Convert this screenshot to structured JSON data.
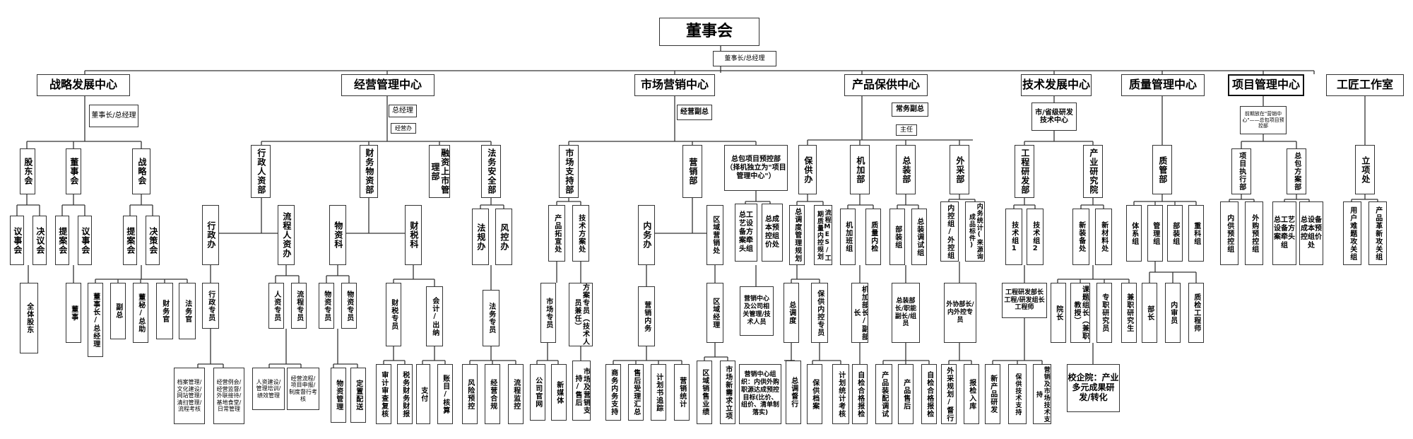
{
  "root": {
    "title": "董事会",
    "sub": "董事长/总经理"
  },
  "depts": {
    "strategy": {
      "title": "战略发展中心",
      "sub": "董事长/总经理",
      "shareholders": "股东会",
      "board": "董事会",
      "stratcomm": "战略会",
      "deliberate1": "议事会",
      "decision1": "决议会",
      "proposal2": "提案会",
      "deliberate2": "议事会",
      "proposal3": "提案会",
      "decision3": "决策会",
      "allholders": "全体股东",
      "director": "董事",
      "chairman": "董事长/总经理",
      "vicegm": "副总",
      "secretary": "董秘/总助",
      "finofficer": "财务官",
      "legalofficer": "法务官"
    },
    "operation": {
      "title": "经营管理中心",
      "sub": "总经理",
      "sub2": "经营办",
      "admin": "行政人资部",
      "finance": "财务物资部",
      "ipo": "融资上市管理部",
      "legalsec": "法务安全部",
      "adminoffice": "行政办",
      "process": "流程人资办",
      "material": "物资科",
      "fintax": "财税科",
      "regulation": "法规办",
      "riskctrl": "风控办",
      "adminstaff": "行政专员",
      "hrstaff": "人资专员",
      "processstaff": "流程专员",
      "matstaff1": "物资专员",
      "matstaff2": "物资专员",
      "finstaff": "财税专员",
      "acct": "会计/出纳",
      "legalstaff": "法务专员",
      "d1": "档案管理/文化建设/网站管理/清扫管理/流程考核",
      "d2": "经营例会/经营监督/外联接待/基地食堂/日常管理",
      "d3": "人资建设/管理培训/绩效管理",
      "d4": "经营流程/项目申报/制度督行考核",
      "d5": "物资管理",
      "d6": "定置配送",
      "d7": "审计审查复核",
      "d8": "税务财务财报",
      "d9": "支付",
      "d10": "账目/核算",
      "d11": "风险预控",
      "d12": "经营合规",
      "d13": "流程监控"
    },
    "marketing": {
      "title": "市场营销中心",
      "sub": "经营副总",
      "mktsupport": "市场支持部",
      "sales": "营销部",
      "epc": "总包项目预控部（择机独立为\"项目管理中心\"）",
      "prodexpand": "产品拓宣处",
      "techsol": "技术方案处",
      "internal": "内务办",
      "region": "区域营销处",
      "epcplan": "总工艺设备方案牵头组",
      "epccost": "总成本预控组价处",
      "mktstaff": "市场专员",
      "solstaff": "方案专员（技术人员兼任）",
      "salesstaff": "营销内务",
      "regionmgr": "区域经理",
      "epcstaff": "营销中心及公司相关管理/技术人员",
      "e1": "公司官网",
      "e2": "新媒体",
      "e3": "市场及营销支持/售后",
      "e4": "商务内务支持",
      "e5": "售后受理汇总",
      "e6": "计划书追踪",
      "e7": "营销统计",
      "e8": "区域销售业绩",
      "e9": "市场新需求立项",
      "e10": "营销中心组织：内供外购职源达成预控目标(比价、组价、清单制落实)"
    },
    "supply": {
      "title": "产品保供中心",
      "sub": "常务副总",
      "sub2": "主任",
      "supplyoffice": "保供办",
      "machining": "机加部",
      "assembly": "总装部",
      "purchase": "外采部",
      "s1": "总调度管理规划",
      "s2": "流程MES/工期质量内控规划",
      "s3": "机加班组",
      "s4": "质量内检",
      "s5": "部装组",
      "s6": "总装调试组",
      "s7": "内控组/外控组",
      "s8": "内务统计(来源询成品标件)",
      "s9": "总调度",
      "s10": "保供内控专员",
      "s11": "机加部长/副部长",
      "s12": "总装部长/职能副长/组员",
      "s13": "外协部长/内外控专员",
      "s14": "总调督行",
      "s15": "保供档案",
      "s16": "计划统计考核",
      "s17": "自检合格报检",
      "s18": "产品装配调试",
      "s19": "产品售后",
      "s20": "自检合格报检",
      "s21": "外采规划/督行",
      "s22": "报检入库"
    },
    "tech": {
      "title": "技术发展中心",
      "sub": "市/省级研发技术中心",
      "engineering": "工程研发部",
      "industry": "产业研究院",
      "t1": "技术组1",
      "t2": "技术组2",
      "t3": "新装备处",
      "t4": "新材料处",
      "t5": "工程研发部长工程/研发组长工程师",
      "t6": "院长",
      "t7": "课题组长（兼职教授）",
      "t8": "专职研究员",
      "t9": "兼职研究生",
      "t10": "新产品研发",
      "t11": "保供技术支持",
      "t12": "营销及市场技术支持",
      "t13": "校企院：产业多元成果研发/转化"
    },
    "quality": {
      "title": "质量管理中心",
      "qadept": "质管部",
      "q1": "体系组",
      "q2": "管理组",
      "q3": "部装组",
      "q4": "重科组",
      "q5": "部长",
      "q6": "内审员",
      "q7": "质检工程师"
    },
    "project": {
      "title": "项目管理中心",
      "sub": "前期放在\"营销中心\"——总包项目预控部",
      "p1": "项目执行部",
      "p2": "总包方案部",
      "p3": "内供预控组",
      "p4": "外购预控组",
      "p5": "总工艺设备方案牵头组",
      "p6": "总设备成本预控组价处"
    },
    "craft": {
      "title": "工匠工作室",
      "c1": "立项处",
      "c2": "用户难题攻关组",
      "c3": "产品革新攻关组"
    }
  }
}
